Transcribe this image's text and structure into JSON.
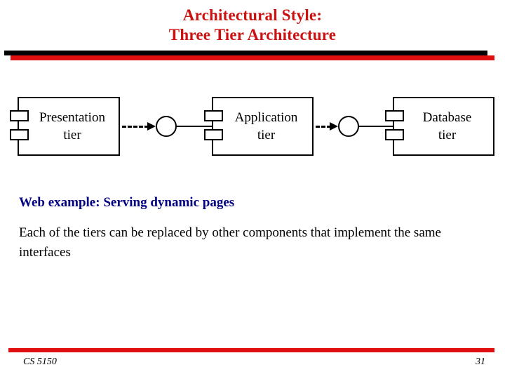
{
  "slide": {
    "title_line1": "Architectural Style:",
    "title_line2": "Three Tier Architecture",
    "title_color": "#cc1111",
    "rule_black_color": "#000000",
    "rule_red_color": "#e01010",
    "subhead": "Web example: Serving dynamic pages",
    "subhead_color": "#000080",
    "body": "Each of the tiers can be replaced by other components that implement the same interfaces",
    "body_color": "#000000"
  },
  "diagram": {
    "type": "uml-component-diagram",
    "components": [
      {
        "id": "presentation",
        "line1": "Presentation",
        "line2": "tier"
      },
      {
        "id": "application",
        "line1": "Application",
        "line2": "tier"
      },
      {
        "id": "database",
        "line1": "Database",
        "line2": "tier"
      }
    ],
    "connectors": [
      {
        "id": "conn-1",
        "from": "presentation",
        "to": "application",
        "arrow": "dashed-dependency",
        "interface": "lollipop-circle"
      },
      {
        "id": "conn-2",
        "from": "application",
        "to": "database",
        "arrow": "dashed-dependency",
        "interface": "lollipop-circle"
      }
    ],
    "stroke_color": "#000000"
  },
  "footer": {
    "course": "CS 5150",
    "page_number": "31",
    "rule_color": "#e01010"
  }
}
